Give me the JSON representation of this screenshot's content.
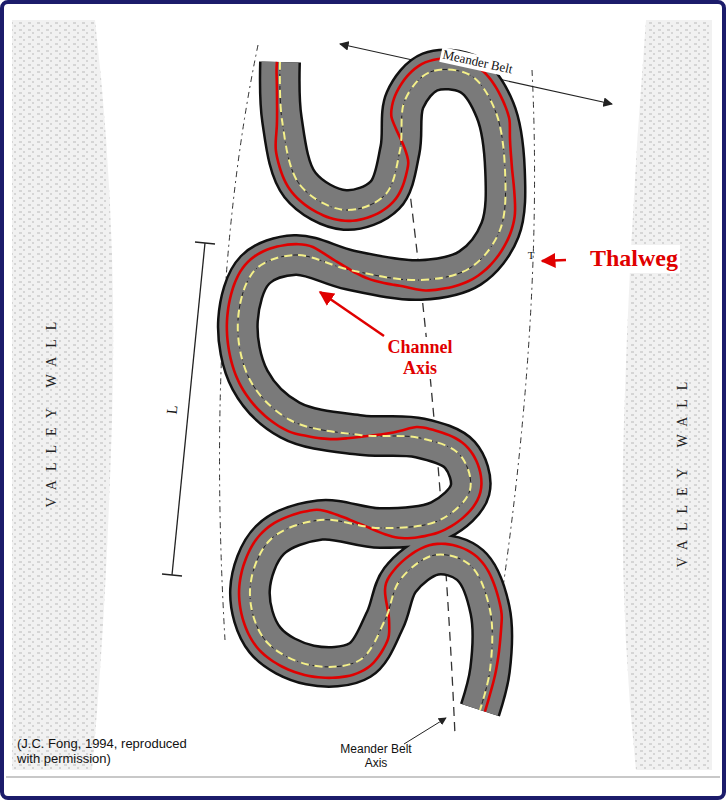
{
  "diagram": {
    "labels": [
      "Meander Belt",
      "VALLEY WALL",
      "VALLEY WALL",
      "L",
      "T",
      "Thalweg",
      "Channel Axis",
      "Meander Belt Axis",
      "(J.C. Fong, 1994, reproduced with permission)"
    ]
  }
}
